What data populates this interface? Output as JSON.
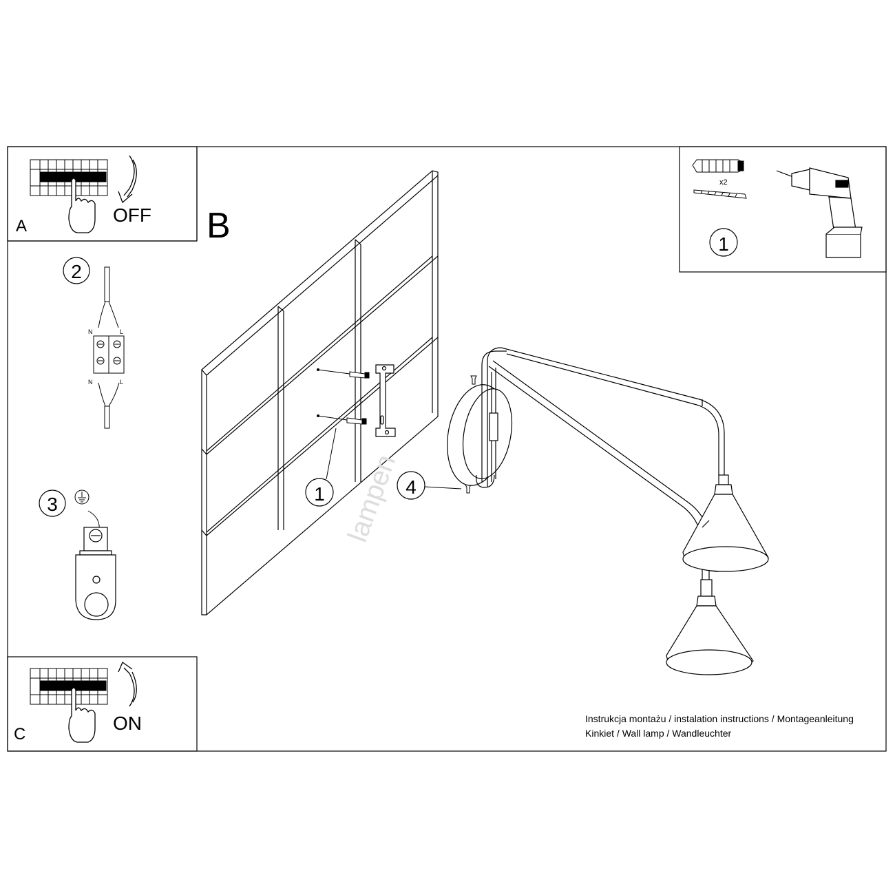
{
  "steps": {
    "a": {
      "letter": "A",
      "action": "OFF"
    },
    "b": {
      "letter": "B"
    },
    "c": {
      "letter": "C",
      "action": "ON"
    }
  },
  "numbers": {
    "n1": "1",
    "n2": "2",
    "n3": "3",
    "n4": "4"
  },
  "terminal": {
    "n": "N",
    "l": "L"
  },
  "tools": {
    "quantity": "x2"
  },
  "watermark": "lampen",
  "footer": {
    "line1": "Instrukcja montażu / instalation instructions / Montageanleitung",
    "line2": "Kinkiet / Wall lamp / Wandleuchter"
  },
  "icons": [
    "breaker-panel-icon",
    "hand-icon",
    "curved-arrow-icon",
    "drill-icon",
    "wall-plug-icon",
    "screw-icon",
    "ground-symbol-icon",
    "terminal-block-icon"
  ]
}
